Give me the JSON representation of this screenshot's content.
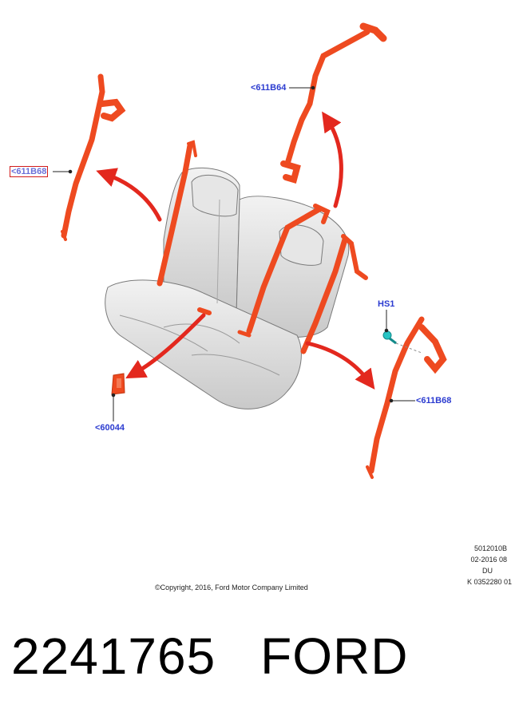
{
  "callouts": {
    "belt_left": "<611B68",
    "belt_top": "<611B64",
    "buckle": "<60044",
    "hardware": "HS1",
    "belt_right": "<611B68"
  },
  "meta": {
    "line1": "5012010B",
    "line2": "02-2016 08",
    "line3": "DU",
    "line4": "K 0352280 01"
  },
  "copyright": "©Copyright, 2016, Ford Motor Company Limited",
  "part_number": "2241765",
  "brand": "FORD",
  "colors": {
    "belt": "#ee4a20",
    "arrow": "#e3281e",
    "callout_text": "#2b3bd0",
    "selection_box": "#d11b1b",
    "seat": "#d9d9d9",
    "bolt": "#27c4c4"
  }
}
